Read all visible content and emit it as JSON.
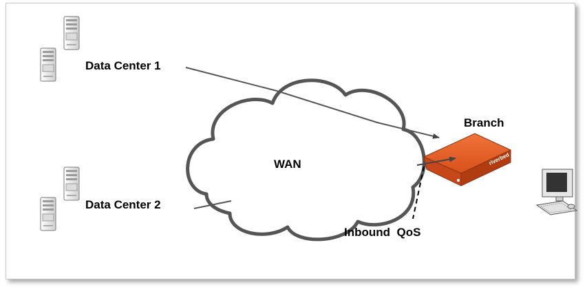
{
  "labels": {
    "dc1": "Data Center 1",
    "dc2": "Data Center 2",
    "wan": "WAN",
    "branch": "Branch",
    "inbound_qos": "Inbound  QoS",
    "device_brand": "riverbed"
  },
  "colors": {
    "cloud_stroke": "#555555",
    "appliance_orange": "#e0561b",
    "appliance_dark": "#9c3a10",
    "arrow": "#555555",
    "server_face": "#eeeeee"
  },
  "icons": [
    "server-icon",
    "cloud-shape",
    "appliance-icon",
    "computer-icon"
  ]
}
